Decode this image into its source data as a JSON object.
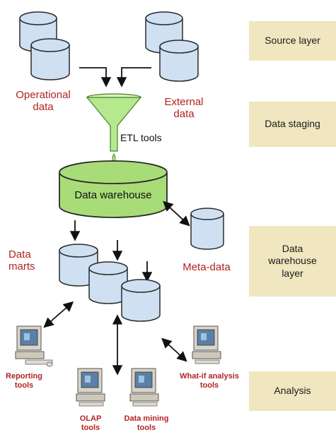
{
  "layers": {
    "source": "Source layer",
    "staging": "Data staging",
    "warehouse_line1": "Data",
    "warehouse_line2": "warehouse",
    "warehouse_line3": "layer",
    "analysis": "Analysis"
  },
  "labels": {
    "operational_1": "Operational",
    "operational_2": "data",
    "external_1": "External",
    "external_2": "data",
    "etl": "ETL tools",
    "data_warehouse": "Data warehouse",
    "data_marts_1": "Data",
    "data_marts_2": "marts",
    "meta_data": "Meta-data",
    "reporting_1": "Reporting",
    "reporting_2": "tools",
    "olap_1": "OLAP",
    "olap_2": "tools",
    "data_mining_1": "Data mining",
    "data_mining_2": "tools",
    "whatif_1": "What-if analysis",
    "whatif_2": "tools"
  },
  "colors": {
    "cylinder_fill": "#cfe0f3",
    "cylinder_stroke": "#2b2b2b",
    "warehouse_fill": "#a8dc78",
    "funnel_fill": "#b5e98d",
    "layer_box": "#f0e6bf",
    "label_red": "#b22222"
  },
  "icons": [
    "database-cylinder",
    "funnel-icon",
    "computer-icon"
  ]
}
